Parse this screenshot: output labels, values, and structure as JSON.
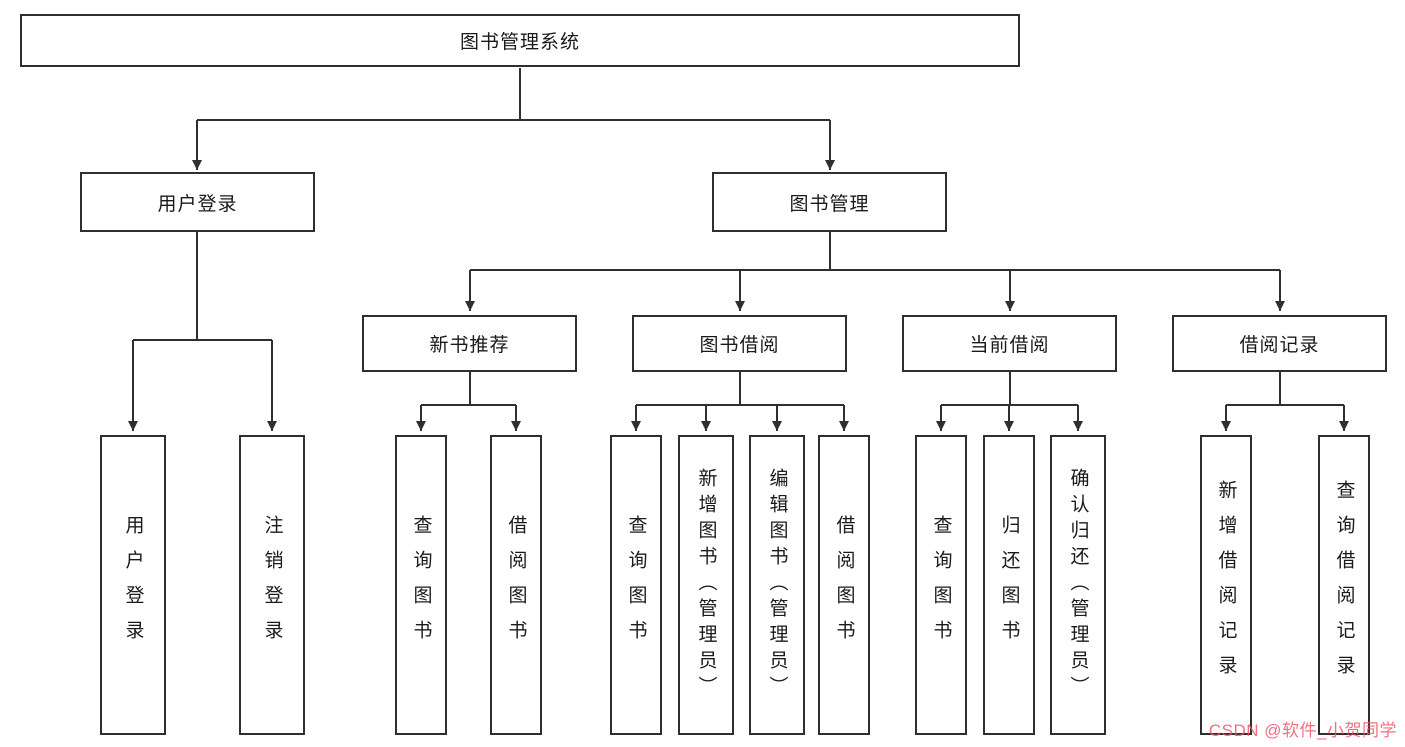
{
  "diagram": {
    "title": "图书管理系统",
    "branches": [
      {
        "label": "用户登录"
      },
      {
        "label": "图书管理"
      }
    ],
    "modules": [
      {
        "label": "新书推荐"
      },
      {
        "label": "图书借阅"
      },
      {
        "label": "当前借阅"
      },
      {
        "label": "借阅记录"
      }
    ],
    "leaves": {
      "user": [
        "用户登录",
        "注销登录"
      ],
      "newbook": [
        "查询图书",
        "借阅图书"
      ],
      "borrow": [
        "查询图书",
        "新增图书（管理员）",
        "编辑图书（管理员）",
        "借阅图书"
      ],
      "current": [
        "查询图书",
        "归还图书",
        "确认归还（管理员）"
      ],
      "record": [
        "新增借阅记录",
        "查询借阅记录"
      ]
    }
  },
  "colors": {
    "line": "#2f2f2f",
    "box_border": "#2f2f2f",
    "watermark": "#f2566a"
  },
  "watermark": "CSDN @软件_小贺同学"
}
